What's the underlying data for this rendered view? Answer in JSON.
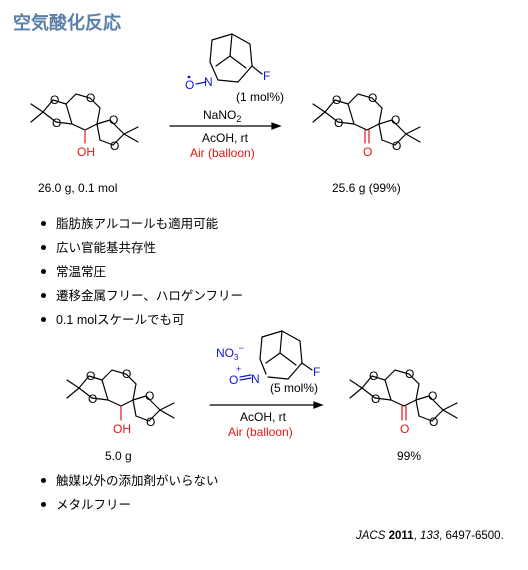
{
  "title": "空気酸化反応",
  "colors": {
    "title": "#5b7fa6",
    "air": "#e31414",
    "nitrogen": "#1515d6",
    "oxygen_red": "#e31414"
  },
  "reaction1": {
    "atoms": {
      "O": "O",
      "OH": "OH",
      "N": "N",
      "F": "F",
      "O_carbonyl": "O",
      "O_radical": "O"
    },
    "catalyst_loading": "(1 mol%)",
    "reagent_prefix": "NaNO",
    "reagent_subscript": "2",
    "conditions": "AcOH, rt",
    "atmosphere": "Air (balloon)",
    "sm_label": "26.0 g, 0.1 mol",
    "product_label": "25.6 g (99%)"
  },
  "bullets1": [
    "脂肪族アルコールも適用可能",
    "広い官能基共存性",
    "常温常圧",
    "遷移金属フリー、ハロゲンフリー",
    "0.1 molスケールでも可"
  ],
  "reaction2": {
    "atoms": {
      "NO3": "NO",
      "NO3_sub": "3",
      "minus": "−",
      "plus": "+",
      "N": "N",
      "O": "O",
      "F": "F"
    },
    "catalyst_loading": "(5 mol%)",
    "conditions": "AcOH, rt",
    "atmosphere": "Air (balloon)",
    "sm_label": "5.0 g",
    "product_label": "99%"
  },
  "bullets2": [
    "触媒以外の添加剤がいらない",
    "メタルフリー"
  ],
  "citation": {
    "journal": "JACS",
    "year": "2011",
    "volume": "133",
    "pages": ", 6497-6500."
  }
}
